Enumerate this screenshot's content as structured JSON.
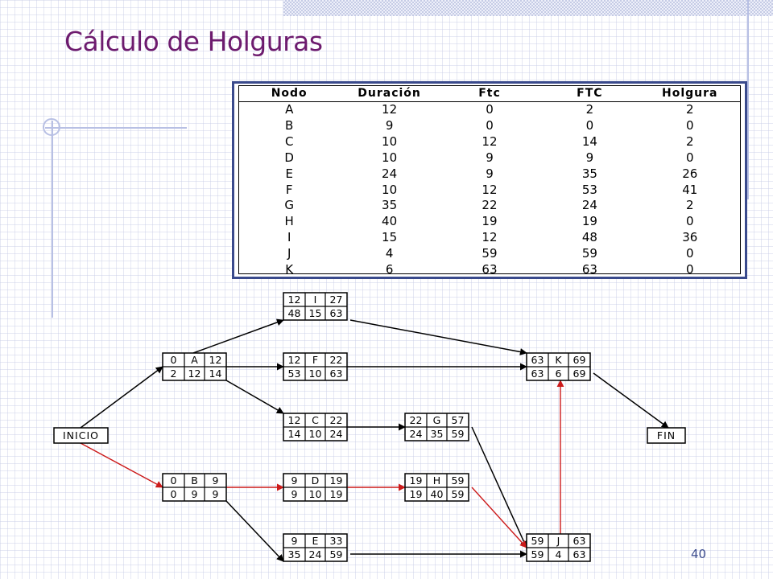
{
  "slide": {
    "title": "Cálculo de Holguras",
    "page_number": "40"
  },
  "table": {
    "headers": [
      "Nodo",
      "Duración",
      "Ftc",
      "FTC",
      "Holgura"
    ],
    "rows": [
      [
        "A",
        "12",
        "0",
        "2",
        "2"
      ],
      [
        "B",
        "9",
        "0",
        "0",
        "0"
      ],
      [
        "C",
        "10",
        "12",
        "14",
        "2"
      ],
      [
        "D",
        "10",
        "9",
        "9",
        "0"
      ],
      [
        "E",
        "24",
        "9",
        "35",
        "26"
      ],
      [
        "F",
        "10",
        "12",
        "53",
        "41"
      ],
      [
        "G",
        "35",
        "22",
        "24",
        "2"
      ],
      [
        "H",
        "40",
        "19",
        "19",
        "0"
      ],
      [
        "I",
        "15",
        "12",
        "48",
        "36"
      ],
      [
        "J",
        "4",
        "59",
        "59",
        "0"
      ],
      [
        "K",
        "6",
        "63",
        "63",
        "0"
      ]
    ]
  },
  "network": {
    "start_label": "INICIO",
    "end_label": "FIN",
    "colors": {
      "normal": "#000000",
      "critical": "#cc1a1a",
      "table_border": "#3a4a8c",
      "title": "#6d1b6e"
    },
    "nodes": [
      {
        "id": "I",
        "top": [
          "12",
          "I",
          "27"
        ],
        "bottom": [
          "48",
          "15",
          "63"
        ]
      },
      {
        "id": "A",
        "top": [
          "0",
          "A",
          "12"
        ],
        "bottom": [
          "2",
          "12",
          "14"
        ]
      },
      {
        "id": "F",
        "top": [
          "12",
          "F",
          "22"
        ],
        "bottom": [
          "53",
          "10",
          "63"
        ]
      },
      {
        "id": "K",
        "top": [
          "63",
          "K",
          "69"
        ],
        "bottom": [
          "63",
          "6",
          "69"
        ]
      },
      {
        "id": "C",
        "top": [
          "12",
          "C",
          "22"
        ],
        "bottom": [
          "14",
          "10",
          "24"
        ]
      },
      {
        "id": "G",
        "top": [
          "22",
          "G",
          "57"
        ],
        "bottom": [
          "24",
          "35",
          "59"
        ]
      },
      {
        "id": "B",
        "top": [
          "0",
          "B",
          "9"
        ],
        "bottom": [
          "0",
          "9",
          "9"
        ]
      },
      {
        "id": "D",
        "top": [
          "9",
          "D",
          "19"
        ],
        "bottom": [
          "9",
          "10",
          "19"
        ]
      },
      {
        "id": "H",
        "top": [
          "19",
          "H",
          "59"
        ],
        "bottom": [
          "19",
          "40",
          "59"
        ]
      },
      {
        "id": "E",
        "top": [
          "9",
          "E",
          "33"
        ],
        "bottom": [
          "35",
          "24",
          "59"
        ]
      },
      {
        "id": "J",
        "top": [
          "59",
          "J",
          "63"
        ],
        "bottom": [
          "59",
          "4",
          "63"
        ]
      }
    ],
    "edges": [
      {
        "from": "INICIO",
        "to": "A",
        "critical": false
      },
      {
        "from": "INICIO",
        "to": "B",
        "critical": true
      },
      {
        "from": "A",
        "to": "I",
        "critical": false
      },
      {
        "from": "A",
        "to": "F",
        "critical": false
      },
      {
        "from": "A",
        "to": "C",
        "critical": false
      },
      {
        "from": "I",
        "to": "K",
        "critical": false
      },
      {
        "from": "F",
        "to": "K",
        "critical": false
      },
      {
        "from": "C",
        "to": "G",
        "critical": false
      },
      {
        "from": "G",
        "to": "J",
        "critical": false
      },
      {
        "from": "B",
        "to": "D",
        "critical": true
      },
      {
        "from": "B",
        "to": "E",
        "critical": false
      },
      {
        "from": "D",
        "to": "H",
        "critical": true
      },
      {
        "from": "H",
        "to": "J",
        "critical": true
      },
      {
        "from": "E",
        "to": "J",
        "critical": false
      },
      {
        "from": "J",
        "to": "K",
        "critical": true
      },
      {
        "from": "K",
        "to": "FIN",
        "critical": false
      }
    ]
  }
}
